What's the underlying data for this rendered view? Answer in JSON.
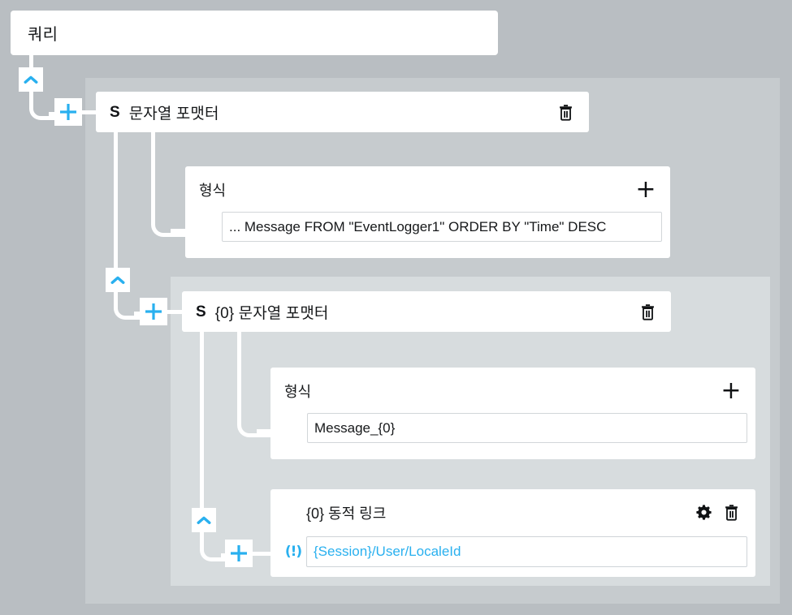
{
  "query": {
    "label": "쿼리"
  },
  "formatter_level1": {
    "badge": "S",
    "title": "문자열 포맷터",
    "delete_icon": "trash-icon",
    "format": {
      "label": "형식",
      "add_icon": "plus-icon",
      "value": "... Message FROM \"EventLogger1\" ORDER BY \"Time\" DESC"
    }
  },
  "formatter_level2": {
    "badge": "S",
    "title": "{0} 문자열 포맷터",
    "delete_icon": "trash-icon",
    "format": {
      "label": "형식",
      "add_icon": "plus-icon",
      "value": "Message_{0}"
    }
  },
  "dynamic_link": {
    "title": "{0} 동적 링크",
    "settings_icon": "gear-icon",
    "delete_icon": "trash-icon",
    "alert_icon": "alert-icon",
    "alert_glyph": "(!)",
    "value": "{Session}/User/LocaleId"
  },
  "connectors": {
    "collapse_icon": "chevron-up-icon",
    "add_icon": "plus-icon",
    "nodes": [
      {
        "name": "connector-query-to-formatter1"
      },
      {
        "name": "connector-formatter1-to-formatter2"
      },
      {
        "name": "connector-formatter2-to-dynamiclink"
      }
    ]
  },
  "colors": {
    "canvas_background": "#b9bec2",
    "panel_level1": "#c6cbce",
    "panel_level2": "#d7dcde",
    "accent_blue": "#29b0ef",
    "card_white": "#ffffff",
    "text_dark": "#16181a"
  }
}
